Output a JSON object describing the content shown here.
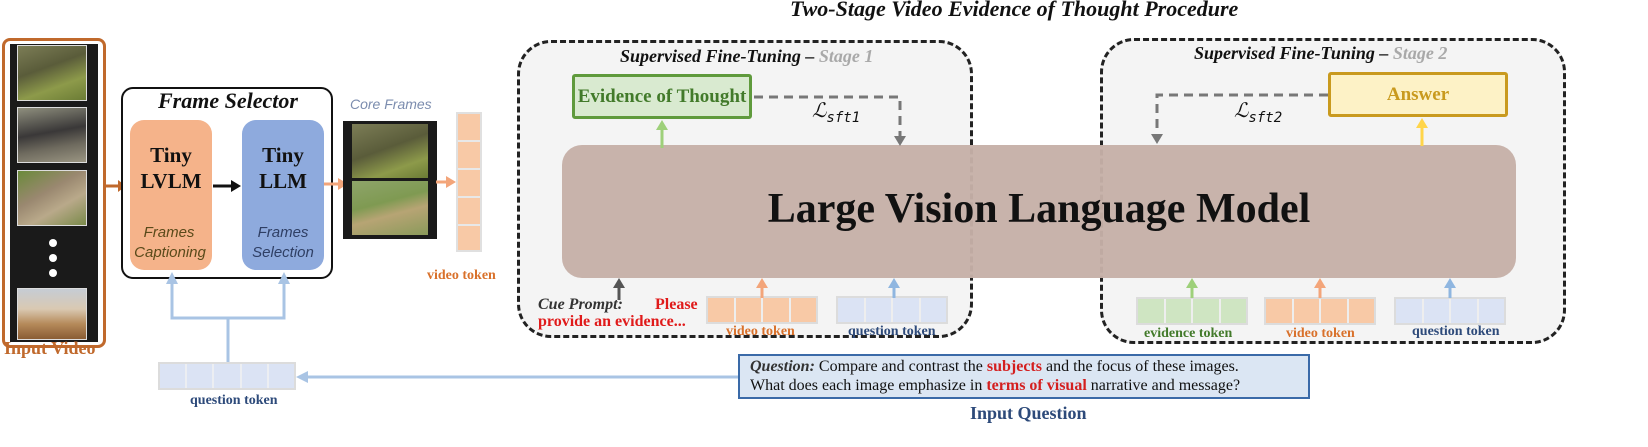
{
  "title": "Two-Stage Video Evidence of Thought Procedure",
  "input_video": {
    "label": "Input Video"
  },
  "frame_selector": {
    "title": "Frame Selector",
    "lvlm": {
      "name_line1": "Tiny",
      "name_line2": "LVLM",
      "task_line1": "Frames",
      "task_line2": "Captioning"
    },
    "llm": {
      "name_line1": "Tiny",
      "name_line2": "LLM",
      "task_line1": "Frames",
      "task_line2": "Selection"
    }
  },
  "core_frames": {
    "label": "Core Frames"
  },
  "video_token_label": "video token",
  "question_token_label": "question token",
  "evidence_token_label": "evidence token",
  "stage1": {
    "title_prefix": "Supervised Fine-Tuning – ",
    "title_stage": "Stage 1",
    "output": "Evidence of Thought",
    "loss": "ℒ",
    "loss_sub": "sft1"
  },
  "stage2": {
    "title_prefix": "Supervised Fine-Tuning – ",
    "title_stage": "Stage 2",
    "output": "Answer",
    "loss": "ℒ",
    "loss_sub": "sft2"
  },
  "lvlm": {
    "label": "Large Vision Language Model"
  },
  "cue_prompt": {
    "prefix": "Cue   Prompt:",
    "text1": "Please",
    "text2": "provide an evidence..."
  },
  "question": {
    "prefix": "Question:",
    "part1": " Compare and contrast the ",
    "highlight1": "subjects",
    "part2": " and the focus of these images.",
    "part3": "What does each image emphasize in ",
    "highlight2": "terms of visual",
    "part4": " narrative and message?",
    "label": "Input Question"
  },
  "colors": {
    "video_orange": "#c0692c",
    "lvlm_fill": "#c6b0a8",
    "evidence_green": "#5f9a3c",
    "answer_gold": "#c99a1e",
    "question_blue": "#3a6aa8",
    "video_token_fill": "#f8c9a6",
    "question_token_fill": "#dbe3f4",
    "evidence_token_fill": "#cfe5c2"
  }
}
